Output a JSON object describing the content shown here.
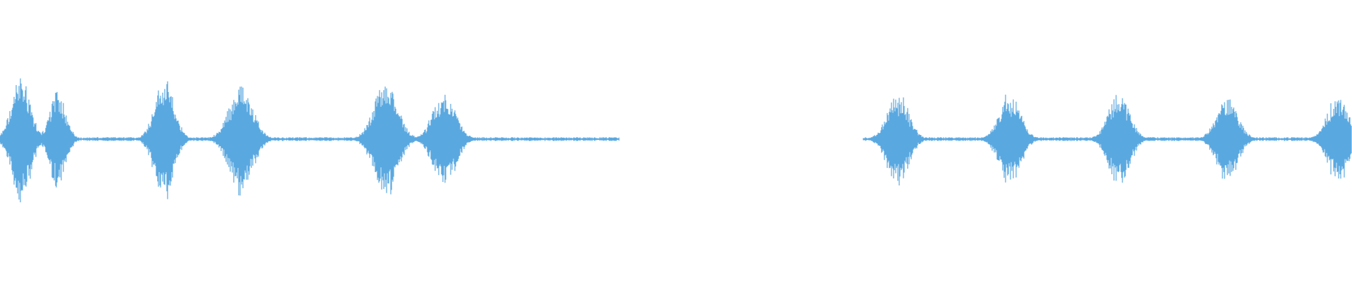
{
  "waveform": {
    "color": "#5aa8e0",
    "background": "#ffffff",
    "bursts": [
      {
        "center_s": 0.3,
        "half_width_s": 0.33,
        "peak": 0.98
      },
      {
        "center_s": 0.82,
        "half_width_s": 0.28,
        "peak": 0.78
      },
      {
        "center_s": 2.33,
        "half_width_s": 0.35,
        "peak": 0.92
      },
      {
        "center_s": 3.42,
        "half_width_s": 0.42,
        "peak": 0.85
      },
      {
        "center_s": 5.48,
        "half_width_s": 0.42,
        "peak": 0.9
      },
      {
        "center_s": 6.31,
        "half_width_s": 0.4,
        "peak": 0.72
      },
      {
        "center_s": 12.75,
        "half_width_s": 0.38,
        "peak": 0.7
      },
      {
        "center_s": 14.34,
        "half_width_s": 0.38,
        "peak": 0.7
      },
      {
        "center_s": 15.89,
        "half_width_s": 0.38,
        "peak": 0.72
      },
      {
        "center_s": 17.43,
        "half_width_s": 0.38,
        "peak": 0.65
      },
      {
        "center_s": 19.0,
        "half_width_s": 0.38,
        "peak": 0.68
      }
    ],
    "duration_s": 19.2,
    "silent_gap_s": [
      8.8,
      12.25
    ],
    "noise_floor": 0.02
  }
}
